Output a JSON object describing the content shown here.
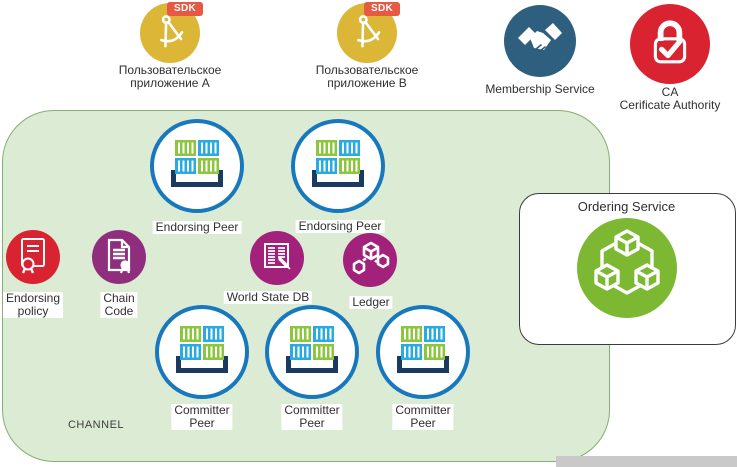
{
  "apps": {
    "a": {
      "badge": "SDK",
      "label_line1": "Пользовательское",
      "label_line2": "приложение A"
    },
    "b": {
      "badge": "SDK",
      "label_line1": "Пользовательское",
      "label_line2": "приложение B"
    }
  },
  "membership": {
    "label": "Membership Service"
  },
  "ca": {
    "label_line1": "CA",
    "label_line2": "Cerificate Authority"
  },
  "channel": {
    "label": "CHANNEL"
  },
  "peers": {
    "endorsing_1": {
      "label": "Endorsing Peer"
    },
    "endorsing_2": {
      "label": "Endorsing Peer"
    },
    "committer_1": {
      "label_line1": "Committer",
      "label_line2": "Peer"
    },
    "committer_2": {
      "label_line1": "Committer",
      "label_line2": "Peer"
    },
    "committer_3": {
      "label_line1": "Committer",
      "label_line2": "Peer"
    }
  },
  "components": {
    "endorsing_policy": {
      "label_line1": "Endorsing",
      "label_line2": "policy"
    },
    "chain_code": {
      "label_line1": "Chain",
      "label_line2": "Code"
    },
    "world_state_db": {
      "label": "World State DB"
    },
    "ledger": {
      "label": "Ledger"
    }
  },
  "ordering": {
    "label": "Ordering Service"
  },
  "colors": {
    "app_yellow": "#dbb637",
    "sdk_badge_orange": "#e75943",
    "membership_blue": "#2e5f7f",
    "ca_red": "#d92330",
    "chain_code_purple": "#8f2e7d",
    "magenta": "#a2217b",
    "peer_border_blue": "#1778be",
    "container_green": "#8cc63f",
    "container_cyan": "#29abe2",
    "tray_navy": "#1b3a5f",
    "ordering_green": "#7cb831",
    "channel_fill": "#dcebd4",
    "channel_border": "#85af6e"
  }
}
